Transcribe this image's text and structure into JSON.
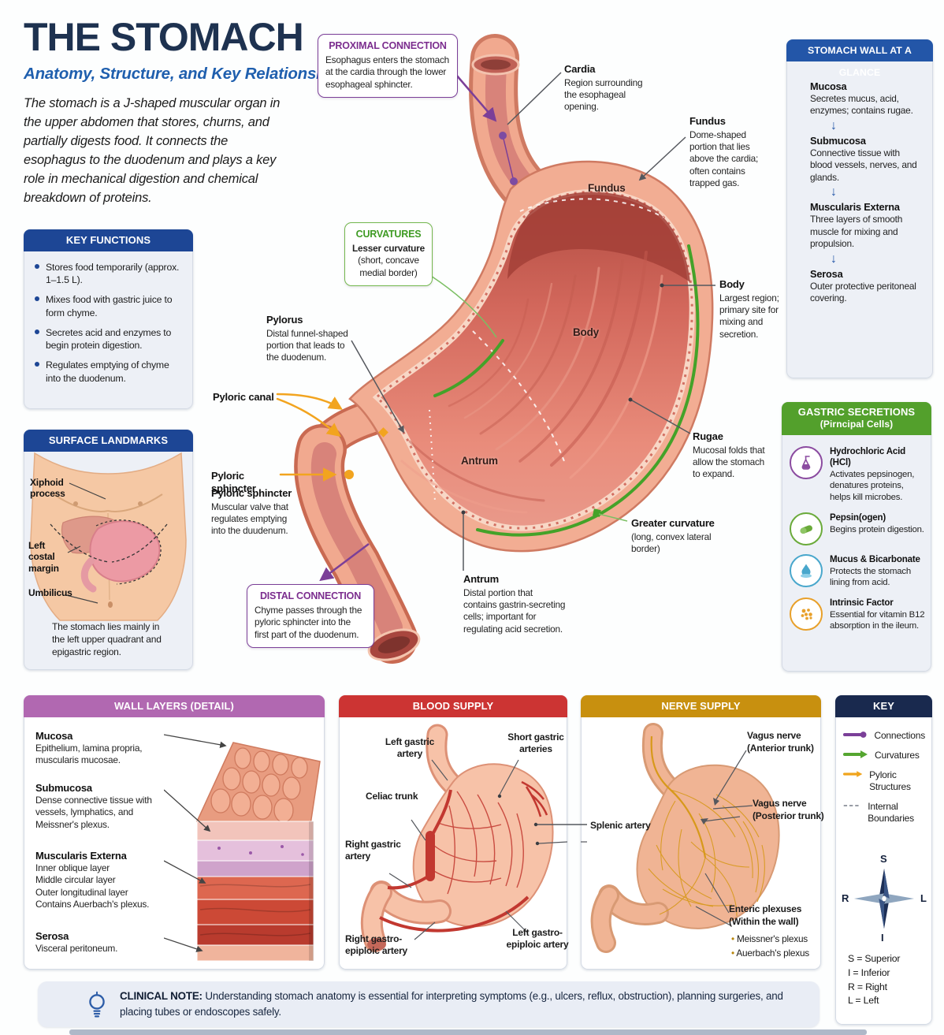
{
  "accents": {
    "title_navy": "#1e3250",
    "subtitle_blue": "#1f5fae",
    "header_blue": "#1d4695",
    "header_royal": "#2356a8",
    "header_green": "#53a02c",
    "header_plum": "#b168b1",
    "header_red": "#cc3433",
    "header_gold": "#c8900f",
    "header_key_navy": "#19294e",
    "connection_purple": "#7b3f98",
    "curvature_green": "#44a229",
    "pyloric_orange": "#f2a41f"
  },
  "header": {
    "title": "THE STOMACH",
    "subtitle": "Anatomy, Structure, and Key Relationships",
    "intro": "The stomach is a J-shaped muscular organ in the upper abdomen that stores, churns, and partially digests food. It connects the esophagus to the duodenum and plays a key role in mechanical digestion and chemical breakdown of proteins."
  },
  "proximal": {
    "title": "PROXIMAL CONNECTION",
    "body": "Esophagus enters the stomach at the cardia through the lower esophageal sphincter."
  },
  "distal": {
    "title": "DISTAL CONNECTION",
    "body": "Chyme passes through the pyloric sphincter into the first part of the duodenum."
  },
  "curvatures_box": {
    "title": "CURVATURES",
    "name": "Lesser curvature",
    "desc": "(short, concave medial border)"
  },
  "key_functions": {
    "title": "KEY FUNCTIONS",
    "items": [
      "Stores food temporarily (approx. 1–1.5 L).",
      "Mixes food with gastric juice to form chyme.",
      "Secretes acid and enzymes to begin protein digestion.",
      "Regulates emptying of chyme into the duodenum."
    ]
  },
  "surface": {
    "title": "SURFACE LANDMARKS",
    "xiphoid": "Xiphoid process",
    "costal": "Left costal margin",
    "umbilicus": "Umbilicus",
    "caption": "The stomach lies mainly in the left upper quadrant and epigastric region."
  },
  "wall_glance": {
    "title": "STOMACH WALL AT A GLANCE",
    "arrow": "↓",
    "layers": [
      {
        "name": "Mucosa",
        "desc": "Secretes mucus, acid, enzymes; contains rugae."
      },
      {
        "name": "Submucosa",
        "desc": "Connective tissue with blood vessels, nerves, and glands."
      },
      {
        "name": "Muscularis Externa",
        "desc": "Three layers of smooth muscle for mixing and propulsion."
      },
      {
        "name": "Serosa",
        "desc": "Outer protective peritoneal covering."
      }
    ]
  },
  "secretions": {
    "title": "GASTRIC SECRETIONS",
    "subtitle": "(Pirncipal Cells)",
    "items": [
      {
        "icon": "flask-icon",
        "name": "Hydrochloric Acid (HCl)",
        "desc": "Activates pepsinogen, denatures proteins, helps kill microbes."
      },
      {
        "icon": "pepsin-icon",
        "name": "Pepsin(ogen)",
        "desc": "Begins protein digestion."
      },
      {
        "icon": "mucus-icon",
        "name": "Mucus & Bicarbonate",
        "desc": "Protects the stomach lining from acid."
      },
      {
        "icon": "granules-icon",
        "name": "Intrinsic Factor",
        "desc": "Essential for vitamin B12 absorption in the ileum."
      }
    ]
  },
  "anatomy": {
    "cardia_name": "Cardia",
    "cardia_desc": "Region surrounding the esophageal opening.",
    "fundus_name": "Fundus",
    "fundus_desc": "Dome-shaped portion that lies above the cardia; often contains trapped gas.",
    "body_name": "Body",
    "body_desc": "Largest region; primary site for mixing and secretion.",
    "rugae_name": "Rugae",
    "rugae_desc": "Mucosal folds that allow the stomach to expand.",
    "greater_name": "Greater curvature",
    "greater_desc": "(long, convex lateral border)",
    "antrum_name": "Antrum",
    "antrum_desc": "Distal portion that contains gastrin-secreting cells; important for regulating acid secretion.",
    "pylorus_name": "Pylorus",
    "pylorus_desc": "Distal funnel-shaped portion that leads to the duodenum.",
    "canal_name": "Pyloric canal",
    "sphincter_name": "Pyloric sphincter",
    "sphincter_desc": "Muscular valve that regulates emptying into the duudenum.",
    "inner_fundus": "Fundus",
    "inner_body": "Body",
    "inner_antrum": "Antrum"
  },
  "wall_layers": {
    "title": "WALL LAYERS (DETAIL)",
    "entries": [
      {
        "name": "Mucosa",
        "desc": "Epithelium, lamina propria, muscularis mucosae."
      },
      {
        "name": "Submucosa",
        "desc": "Dense connective tissue with vessels, lymphatics, and Meissner's plexus."
      },
      {
        "name": "Muscularis Externa",
        "desc": "Inner oblique layer\nMiddle circular layer\nOuter longitudinal layer\nContains Auerbach's plexus."
      },
      {
        "name": "Serosa",
        "desc": "Visceral peritoneum."
      }
    ]
  },
  "blood": {
    "title": "BLOOD SUPPLY",
    "left_gastric": "Left gastric artery",
    "short_gastric": "Short gastric arteries",
    "celiac": "Celiac trunk",
    "right_gastric": "Right gastric artery",
    "right_epiploic": "Right gastro-epiploic artery",
    "left_epiploic": "Left gastro-epiploic artery"
  },
  "nerve": {
    "title": "NERVE SUPPLY",
    "vagus_ant": "Vagus nerve (Anterior trunk)",
    "vagus_post": "Vagus nerve (Posterior trunk)",
    "splenic": "Splenic artery",
    "enteric": "Enteric plexuses (Within the wall)",
    "plexus1": "Meissner's plexus",
    "plexus2": "Auerbach's plexus"
  },
  "key_panel": {
    "title": "KEY",
    "legend": [
      {
        "label": "Connections",
        "color": "#7b3f98"
      },
      {
        "label": "Curvatures",
        "color": "#55a630"
      },
      {
        "label": "Pyloric Structures",
        "color": "#f0a41c"
      },
      {
        "label": "Internal Boundaries",
        "color": "#8b909a"
      }
    ],
    "compass": {
      "top": "S",
      "bottom": "I",
      "left": "R",
      "right": "L"
    },
    "abbr": [
      "S = Superior",
      "I = Inferior",
      "R = Right",
      "L = Left"
    ]
  },
  "note": {
    "label": "CLINICAL NOTE:",
    "text": "Understanding stomach anatomy is essential for interpreting symptoms (e.g., ulcers, reflux, obstruction), planning surgeries, and placing tubes or endoscopes safely."
  }
}
